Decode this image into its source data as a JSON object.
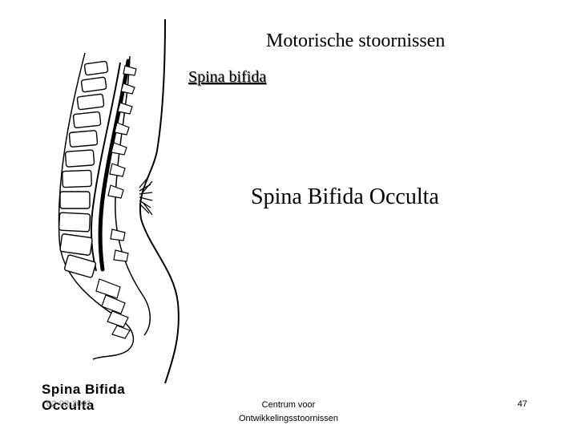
{
  "slide": {
    "title": "Motorische stoornissen",
    "subtitle": "Spina bifida",
    "main_label": "Spina Bifida Occulta",
    "illustration_caption_line1": "Spina Bifida",
    "illustration_caption_line2": "Occulta",
    "footer": {
      "date": "02-02-2001",
      "center_line1": "Centrum voor",
      "center_line2": "Ontwikkelingsstoornissen",
      "page_number": "47"
    }
  }
}
